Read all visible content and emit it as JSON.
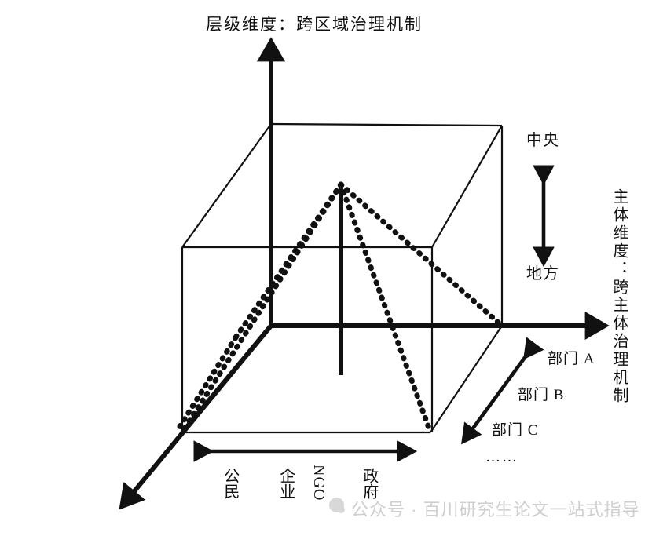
{
  "figure": {
    "type": "3d-cube-framework-diagram",
    "axis_top_label": "层级维度：跨区域治理机制",
    "axis_right_label": "主体维度：跨主体治理机制",
    "level_top": "中央",
    "level_bottom": "地方",
    "departments": [
      "部门 A",
      "部门 B",
      "部门 C"
    ],
    "department_ellipsis": "……",
    "actors": [
      "公民",
      "企业",
      "NGO",
      "政府"
    ],
    "colors": {
      "stroke": "#111111",
      "background": "#ffffff",
      "watermark": "#cfcfcf"
    }
  },
  "watermark": {
    "text": "公众号 · 百川研究生论文一站式指导"
  }
}
